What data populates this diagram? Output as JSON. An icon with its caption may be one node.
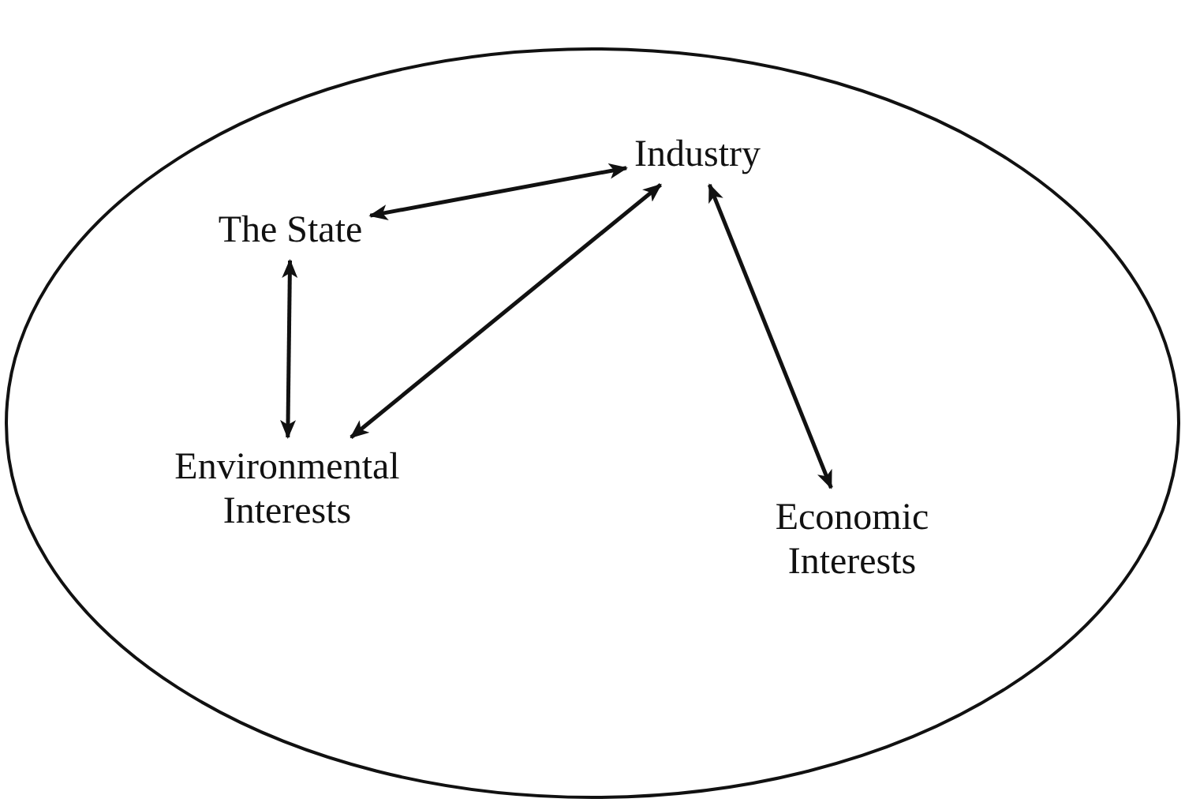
{
  "diagram": {
    "nodes": [
      {
        "text": [],
        "shape": "ellipse"
      },
      {
        "text": [
          "Industry"
        ],
        "in": 0
      },
      {
        "text": [
          "The State"
        ],
        "in": 0
      },
      {
        "text": [
          "Environmental Interests"
        ],
        "in": 0
      },
      {
        "text": [
          "Economic Interests"
        ],
        "in": 0
      }
    ],
    "edges": [
      {
        "from": 2,
        "to": 1,
        "arrow": "both"
      },
      {
        "from": 2,
        "to": 3,
        "arrow": "both"
      },
      {
        "from": 3,
        "to": 1,
        "arrow": "both"
      },
      {
        "from": 1,
        "to": 4,
        "arrow": "both"
      }
    ]
  }
}
